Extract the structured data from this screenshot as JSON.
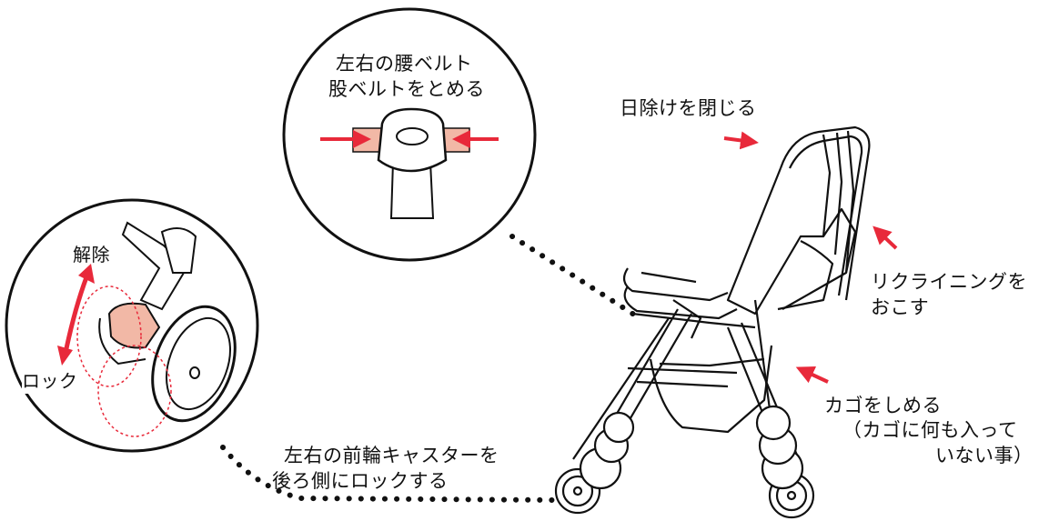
{
  "labels": {
    "belt_line1": "左右の腰ベルト",
    "belt_line2": "股ベルトをとめる",
    "canopy": "日除けを閉じる",
    "recline_line1": "リクライニングを",
    "recline_line2": "おこす",
    "basket_line1": "カゴをしめる",
    "basket_line2": "（カゴに何も入って",
    "basket_line3": "いない事）",
    "caster_line1": "左右の前輪キャスターを",
    "caster_line2": "後ろ側にロックする",
    "release": "解除",
    "lock": "ロック"
  },
  "colors": {
    "arrow": "#e8293a",
    "belt_fill": "#f2b8a6",
    "line": "#111111"
  }
}
